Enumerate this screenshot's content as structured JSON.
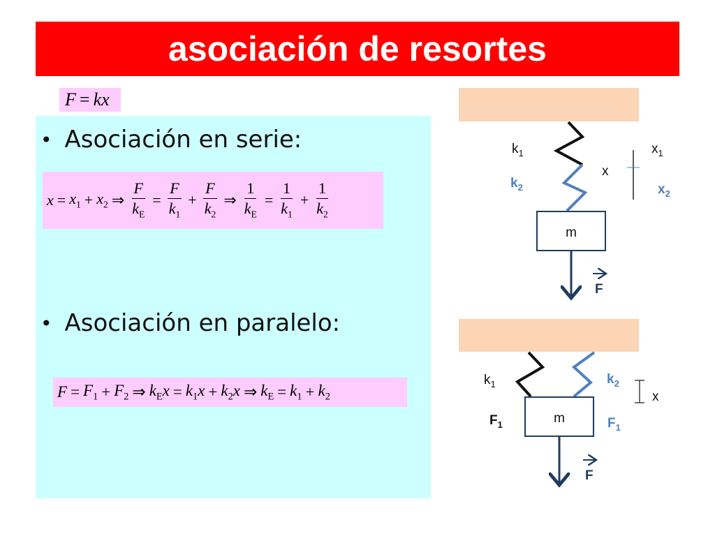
{
  "title": "asociación de resortes",
  "hooke": {
    "lhs": "F",
    "eq": "=",
    "rhs": "kx"
  },
  "bullets": {
    "series": "Asociación en serie:",
    "parallel": "Asociación en paralelo:"
  },
  "series_eq": {
    "x": "x",
    "eq": "=",
    "x1": "x",
    "s1": "1",
    "plus": "+",
    "x2": "x",
    "s2": "2",
    "implies": "⇒",
    "F": "F",
    "k": "k",
    "E": "E",
    "one": "1"
  },
  "parallel_eq": {
    "F": "F",
    "eq": "=",
    "plus": "+",
    "implies": "⇒",
    "k": "k",
    "E": "E",
    "x": "x",
    "s1": "1",
    "s2": "2"
  },
  "diagram_top": {
    "k1": "k",
    "k1_sub": "1",
    "k2": "k",
    "k2_sub": "2",
    "x": "x",
    "x1": "x",
    "x1_sub": "1",
    "x2": "x",
    "x2_sub": "2",
    "mass": "m",
    "force": "F"
  },
  "diagram_bottom": {
    "k1": "k",
    "k1_sub": "1",
    "k2": "k",
    "k2_sub": "2",
    "x": "x",
    "F1_left": "F",
    "F1_left_sub": "1",
    "F1_right": "F",
    "F1_right_sub": "1",
    "mass": "m",
    "force": "F"
  },
  "colors": {
    "title_bg": "#fe0000",
    "panel_bg": "#ccffff",
    "formula_bg": "#ffccff",
    "ceiling": "#fbd5b5",
    "spring_blue": "#4f81bd",
    "arrow": "#1f3b5e"
  }
}
